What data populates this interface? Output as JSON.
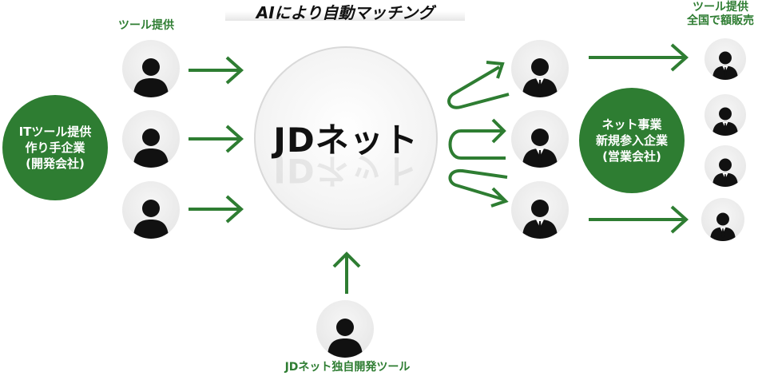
{
  "header": {
    "title": "AIにより自動マッチング"
  },
  "left": {
    "tools_label": "ツール提供",
    "company_lines": [
      "ITツール提供",
      "作り手企業",
      "(開発会社)"
    ]
  },
  "center": {
    "name": "JDネット"
  },
  "right": {
    "tools_label_lines": [
      "ツール提供",
      "全国で額販売"
    ],
    "company_lines": [
      "ネット事業",
      "新規参入企業",
      "(営業会社)"
    ]
  },
  "bottom": {
    "label": "JDネット独自開発ツール"
  },
  "colors": {
    "green": "#2e7d32",
    "dark": "#111111",
    "arrow": "#2e7d32"
  },
  "icons": {
    "person_casual": "person-icon",
    "person_suit": "businessman-icon",
    "arrow": "arrow-right-icon"
  }
}
